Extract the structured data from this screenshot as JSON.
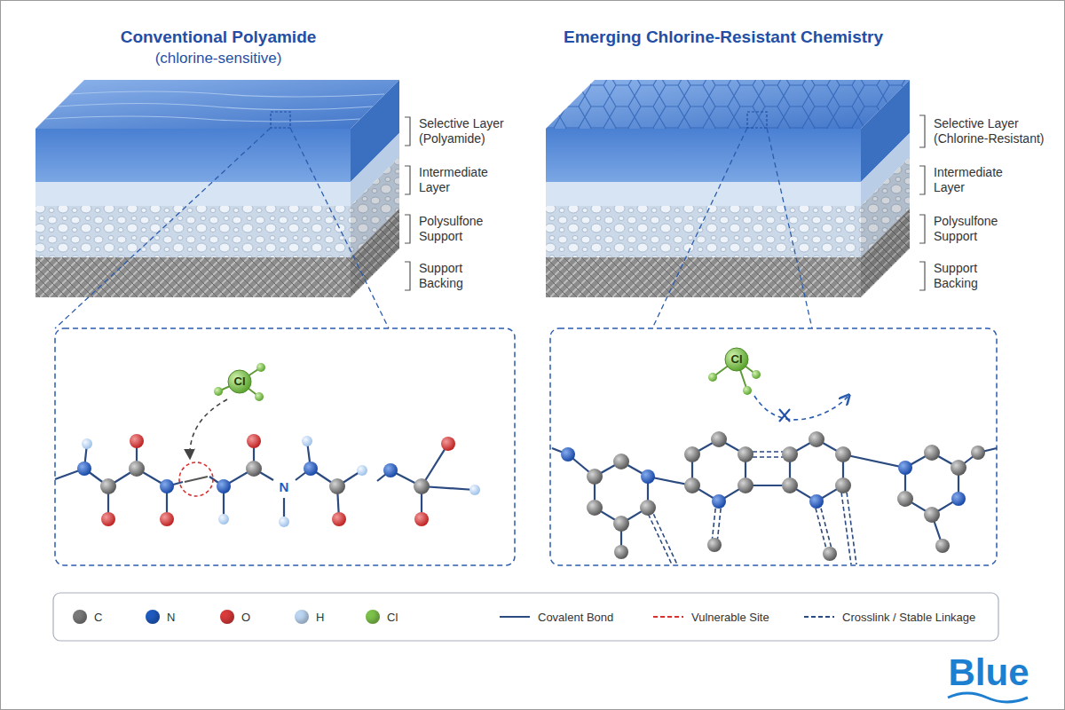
{
  "diagram": {
    "nodes": [
      {
        "text": [
          "Cl"
        ]
      },
      {
        "text": [
          "Cl"
        ]
      }
    ],
    "labels": [
      "Conventional Polyamide",
      "(chlorine-sensitive)",
      "Emerging Chlorine-Resistant Chemistry",
      "Selective Layer (Polyamide)",
      "Intermediate Layer",
      "Polysulfone Support",
      "Support Backing",
      "Selective Layer (Chlorine-Resistant)",
      "Intermediate Layer",
      "Polysulfone Support",
      "Support Backing",
      "N",
      "Blue"
    ],
    "legend": [
      {
        "text": "C",
        "color": "#7a7a7a"
      },
      {
        "text": "N",
        "color": "#1f5bbf"
      },
      {
        "text": "O",
        "color": "#d93a3a"
      },
      {
        "text": "H",
        "color": "#bcd6f2"
      },
      {
        "text": "Cl",
        "color": "#7dc24b"
      },
      {
        "text": "Covalent Bond"
      },
      {
        "text": "Vulnerable Site"
      },
      {
        "text": "Crosslink / Stable Linkage"
      }
    ]
  }
}
